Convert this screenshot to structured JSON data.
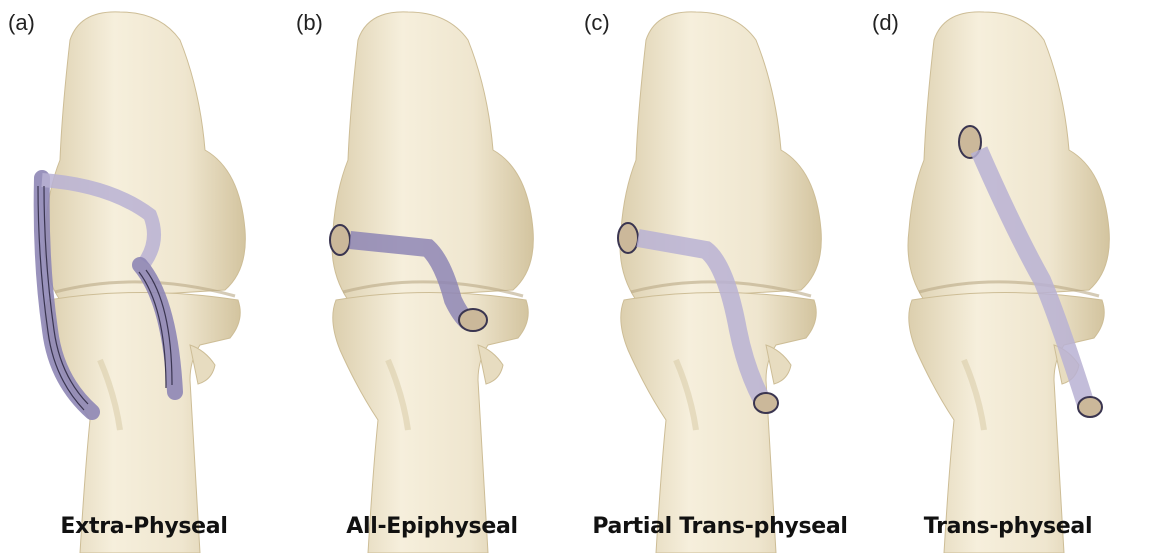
{
  "figure": {
    "panels": [
      {
        "letter": "(a)",
        "caption": "Extra-Physeal"
      },
      {
        "letter": "(b)",
        "caption": "All-Epiphyseal"
      },
      {
        "letter": "(c)",
        "caption": "Partial Trans-physeal"
      },
      {
        "letter": "(d)",
        "caption": "Trans-physeal"
      }
    ]
  },
  "colors": {
    "bone": "#efe6cf",
    "bone_shadow": "#d9cba8",
    "graft": "#8e86b5",
    "graft_light": "#b9b2d3",
    "outline": "#3a3550"
  }
}
